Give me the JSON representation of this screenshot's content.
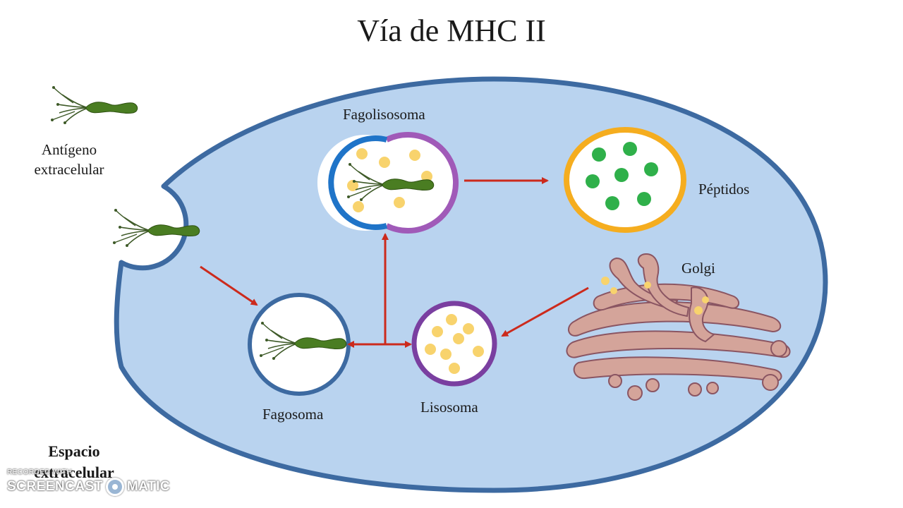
{
  "title": "Vía de MHC II",
  "labels": {
    "antigen": "Antígeno extracelular",
    "phagolysosome": "Fagolisosoma",
    "peptides": "Péptidos",
    "golgi": "Golgi",
    "phagosome": "Fagosoma",
    "lysosome": "Lisosoma",
    "extracellular_space": "Espacio extracelular"
  },
  "watermark": {
    "recorded_with": "RECORDED WITH",
    "brand_left": "SCREENCAST",
    "brand_right": "MATIC"
  },
  "colors": {
    "cell_fill": "#b9d3ef",
    "cell_border": "#3d6aa1",
    "arrow": "#cc2a1c",
    "bacterium": "#4a7d22",
    "lysosome_border": "#7a3fa0",
    "granule": "#f8d36d",
    "peptide_vesicle_border": "#f5ad1f",
    "peptide": "#2fb04a",
    "phagosome_border": "#2d6ab3",
    "golgi_fill": "#d4a49a"
  }
}
